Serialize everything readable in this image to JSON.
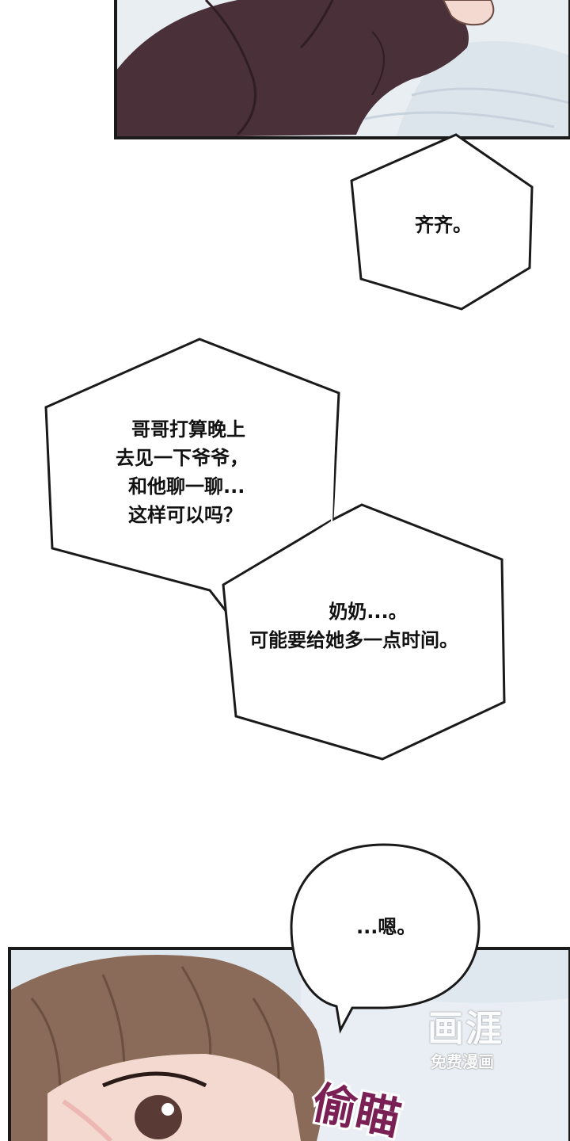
{
  "panels": {
    "top": {
      "description_colors": {
        "sweater": "#4a3038",
        "sheet": "#e9eef3",
        "skin": "#f3d9cf"
      }
    },
    "bottom": {
      "description_colors": {
        "hair": "#8a6a58",
        "sheet": "#dfe8ee",
        "eye": "#5a3a34",
        "sfx": "#7a2055"
      }
    }
  },
  "bubbles": {
    "b1": {
      "lines": [
        "齐齐。"
      ]
    },
    "b2": {
      "lines": [
        "哥哥打算晚上",
        "去见一下爷爷，",
        "和他聊一聊...",
        "这样可以吗？"
      ]
    },
    "b3": {
      "lines": [
        "奶奶...。",
        "可能要给她多一点时间。"
      ]
    },
    "b4": {
      "lines": [
        "...嗯。"
      ]
    }
  },
  "sfx": {
    "text": "偷瞄"
  },
  "watermark": {
    "logo": "画涯",
    "subtitle": "免费漫画"
  }
}
